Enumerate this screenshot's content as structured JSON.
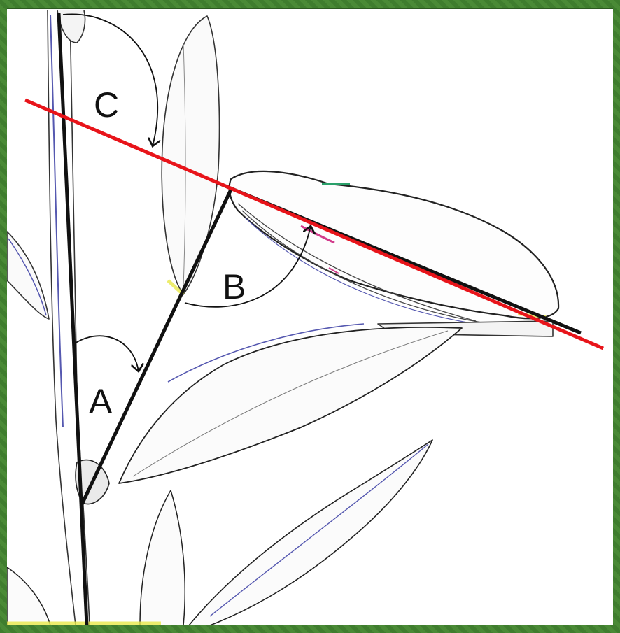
{
  "labels": {
    "angle_a": "A",
    "angle_b": "B",
    "angle_c": "C"
  },
  "colors": {
    "frame": "#3f7d2e",
    "panel": "#ffffff",
    "ink": "#111111",
    "stem_shade": "#4a4aa8",
    "highlight": "#e8e84a",
    "reference_line": "#e8141a"
  }
}
